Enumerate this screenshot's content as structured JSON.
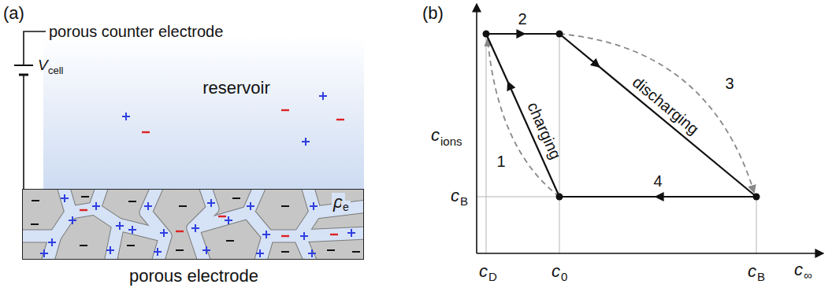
{
  "diagram": {
    "nodes": [
      {
        "text": [
          "reservoir"
        ]
      },
      {
        "text": [
          "ρ",
          "e",
          "porous electrode"
        ]
      }
    ],
    "labels": [
      "(a)",
      "porous counter electrode",
      "V",
      "cell",
      "(b)",
      "c",
      "ions",
      "c",
      "∞",
      "c",
      "B",
      "c",
      "D",
      "c",
      "0",
      "c",
      "B",
      "1",
      "2",
      "3",
      "4",
      "charging",
      "discharging"
    ]
  }
}
